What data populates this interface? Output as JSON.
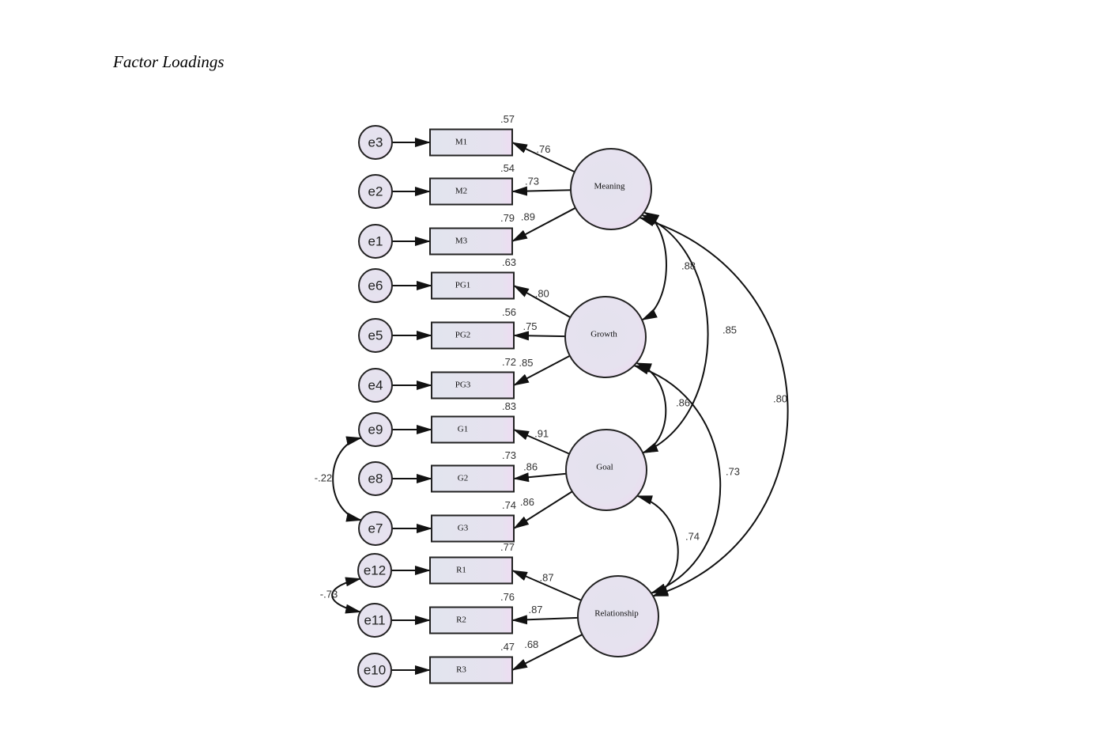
{
  "title": "Factor Loadings",
  "colors": {
    "node_fill": "#e6e2ef",
    "node_fill_edge": "#ecdcf0",
    "stroke": "#111111",
    "text": "#333333"
  },
  "latents": [
    {
      "id": "Meaning",
      "label": "Meaning"
    },
    {
      "id": "Growth",
      "label": "Growth"
    },
    {
      "id": "Goal",
      "label": "Goal"
    },
    {
      "id": "Relationship",
      "label": "Relationship"
    }
  ],
  "indicators": [
    {
      "id": "M1",
      "label": "M1",
      "latent": "Meaning",
      "error": "e3",
      "loading": ".76",
      "r2": ".57"
    },
    {
      "id": "M2",
      "label": "M2",
      "latent": "Meaning",
      "error": "e2",
      "loading": ".73",
      "r2": ".54"
    },
    {
      "id": "M3",
      "label": "M3",
      "latent": "Meaning",
      "error": "e1",
      "loading": ".89",
      "r2": ".79"
    },
    {
      "id": "PG1",
      "label": "PG1",
      "latent": "Growth",
      "error": "e6",
      "loading": ".80",
      "r2": ".63"
    },
    {
      "id": "PG2",
      "label": "PG2",
      "latent": "Growth",
      "error": "e5",
      "loading": ".75",
      "r2": ".56"
    },
    {
      "id": "PG3",
      "label": "PG3",
      "latent": "Growth",
      "error": "e4",
      "loading": ".85",
      "r2": ".72"
    },
    {
      "id": "G1",
      "label": "G1",
      "latent": "Goal",
      "error": "e9",
      "loading": ".91",
      "r2": ".83"
    },
    {
      "id": "G2",
      "label": "G2",
      "latent": "Goal",
      "error": "e8",
      "loading": ".86",
      "r2": ".73"
    },
    {
      "id": "G3",
      "label": "G3",
      "latent": "Goal",
      "error": "e7",
      "loading": ".86",
      "r2": ".74"
    },
    {
      "id": "R1",
      "label": "R1",
      "latent": "Relationship",
      "error": "e12",
      "loading": ".87",
      "r2": ".77"
    },
    {
      "id": "R2",
      "label": "R2",
      "latent": "Relationship",
      "error": "e11",
      "loading": ".87",
      "r2": ".76"
    },
    {
      "id": "R3",
      "label": "R3",
      "latent": "Relationship",
      "error": "e10",
      "loading": ".68",
      "r2": ".47"
    }
  ],
  "latent_covariances": [
    {
      "from": "Meaning",
      "to": "Growth",
      "value": ".88"
    },
    {
      "from": "Meaning",
      "to": "Goal",
      "value": ".85"
    },
    {
      "from": "Meaning",
      "to": "Relationship",
      "value": ".80"
    },
    {
      "from": "Growth",
      "to": "Goal",
      "value": ".86"
    },
    {
      "from": "Growth",
      "to": "Relationship",
      "value": ".73"
    },
    {
      "from": "Goal",
      "to": "Relationship",
      "value": ".74"
    }
  ],
  "error_covariances": [
    {
      "from": "e9",
      "to": "e7",
      "value": "-.22"
    },
    {
      "from": "e12",
      "to": "e11",
      "value": "-.73"
    }
  ]
}
